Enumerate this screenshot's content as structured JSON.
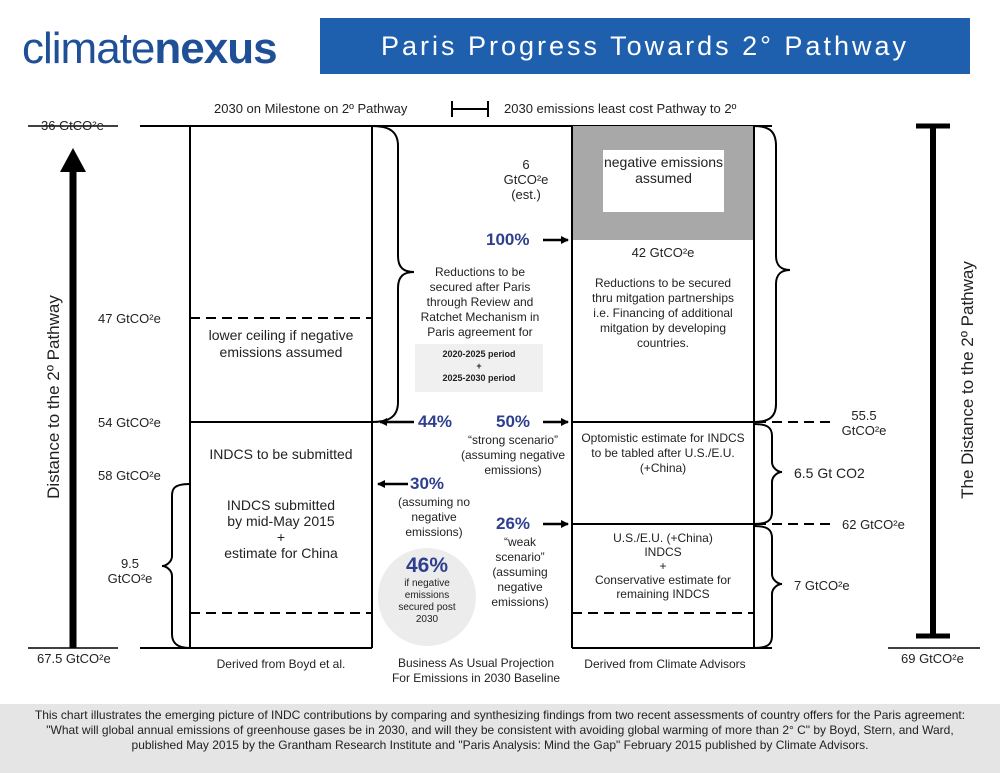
{
  "header": {
    "logo_part1": "climate",
    "logo_part2": "nexus",
    "title": "Paris Progress Towards 2° Pathway"
  },
  "legend": {
    "left_label": "2030 on Milestone on 2º Pathway",
    "right_label": "2030 emissions least cost Pathway to 2º"
  },
  "left_axis": {
    "top_value": "36 GtCO²e",
    "bottom_value": "67.5 GtCO²e",
    "title": "Distance to the 2º Pathway",
    "levels": [
      "47 GtCO²e",
      "54 GtCO²e",
      "58 GtCO²e"
    ],
    "bracket_value_line1": "9.5",
    "bracket_value_line2": "GtCO²e"
  },
  "right_axis": {
    "title": "The Distance to the 2º Pathway",
    "bottom_value": "69 GtCO²e",
    "level_55_line1": "55.5",
    "level_55_line2": "GtCO²e",
    "gap_65": "6.5 Gt CO2",
    "level_62": "62 GtCO²e",
    "gap_7": "7 GtCO²e"
  },
  "left_column": {
    "lower_ceiling": "lower ceiling if negative emissions assumed",
    "indcs_to_submit": "INDCS to be submitted",
    "indcs_submitted_line1": "INDCS submitted",
    "indcs_submitted_line2": "by mid-May 2015",
    "indcs_submitted_line3": "+",
    "indcs_submitted_line4": "estimate for China",
    "source": "Derived from Boyd et al."
  },
  "middle": {
    "neg_value_line1": "6",
    "neg_value_line2": "GtCO²e",
    "neg_value_line3": "(est.)",
    "reductions_text": "Reductions to be secured after Paris through Review and Ratchet Mechanism in Paris agreement for",
    "period1": "2020-2025 period",
    "period_plus": "+",
    "period2": "2025-2030 period",
    "pct_100": "100%",
    "pct_44": "44%",
    "pct_50": "50%",
    "strong_scenario": "“strong scenario” (assuming negative emissions)",
    "pct_30": "30%",
    "pct_30_note": "(assuming no negative emissions)",
    "pct_26": "26%",
    "weak_scenario": "“weak scenario” (assuming negative emissions)",
    "pct_46": "46%",
    "pct_46_note": "if negative emissions secured post 2030",
    "bau_line1": "Business As Usual Projection",
    "bau_line2": "For Emissions in 2030 Baseline"
  },
  "right_column": {
    "negative_assumed": "negative emissions assumed",
    "level_42": "42 GtCO²e",
    "reductions_text": "Reductions to be secured thru mitgation partnerships i.e. Financing of additional mitgation by developing countries.",
    "optimistic": "Optomistic estimate for INDCS to be tabled  after U.S./E.U.  (+China)",
    "conservative_line1": "U.S./E.U.  (+China)",
    "conservative_line2": "INDCS",
    "conservative_line3": "+",
    "conservative_line4": "Conservative estimate for",
    "conservative_line5": "remaining INDCS",
    "source": "Derived from Climate Advisors"
  },
  "footer": {
    "text": "This chart illustrates the emerging picture of INDC contributions by comparing and synthesizing findings from two recent assessments of country offers for the Paris agreement: \"What will global annual emissions of greenhouse gases be in 2030, and will they be consistent with avoiding global warming of more than 2° C\" by Boyd, Stern, and Ward, published May 2015 by the Grantham Research Institute and \"Paris Analysis: Mind the Gap\" February 2015 published by Climate Advisors."
  },
  "colors": {
    "brand_blue": "#1f4f96",
    "banner_blue": "#1e5fae",
    "percent_navy": "#2e3f8f",
    "negative_gray": "#a8a8a8",
    "footer_gray": "#e5e5e5"
  }
}
